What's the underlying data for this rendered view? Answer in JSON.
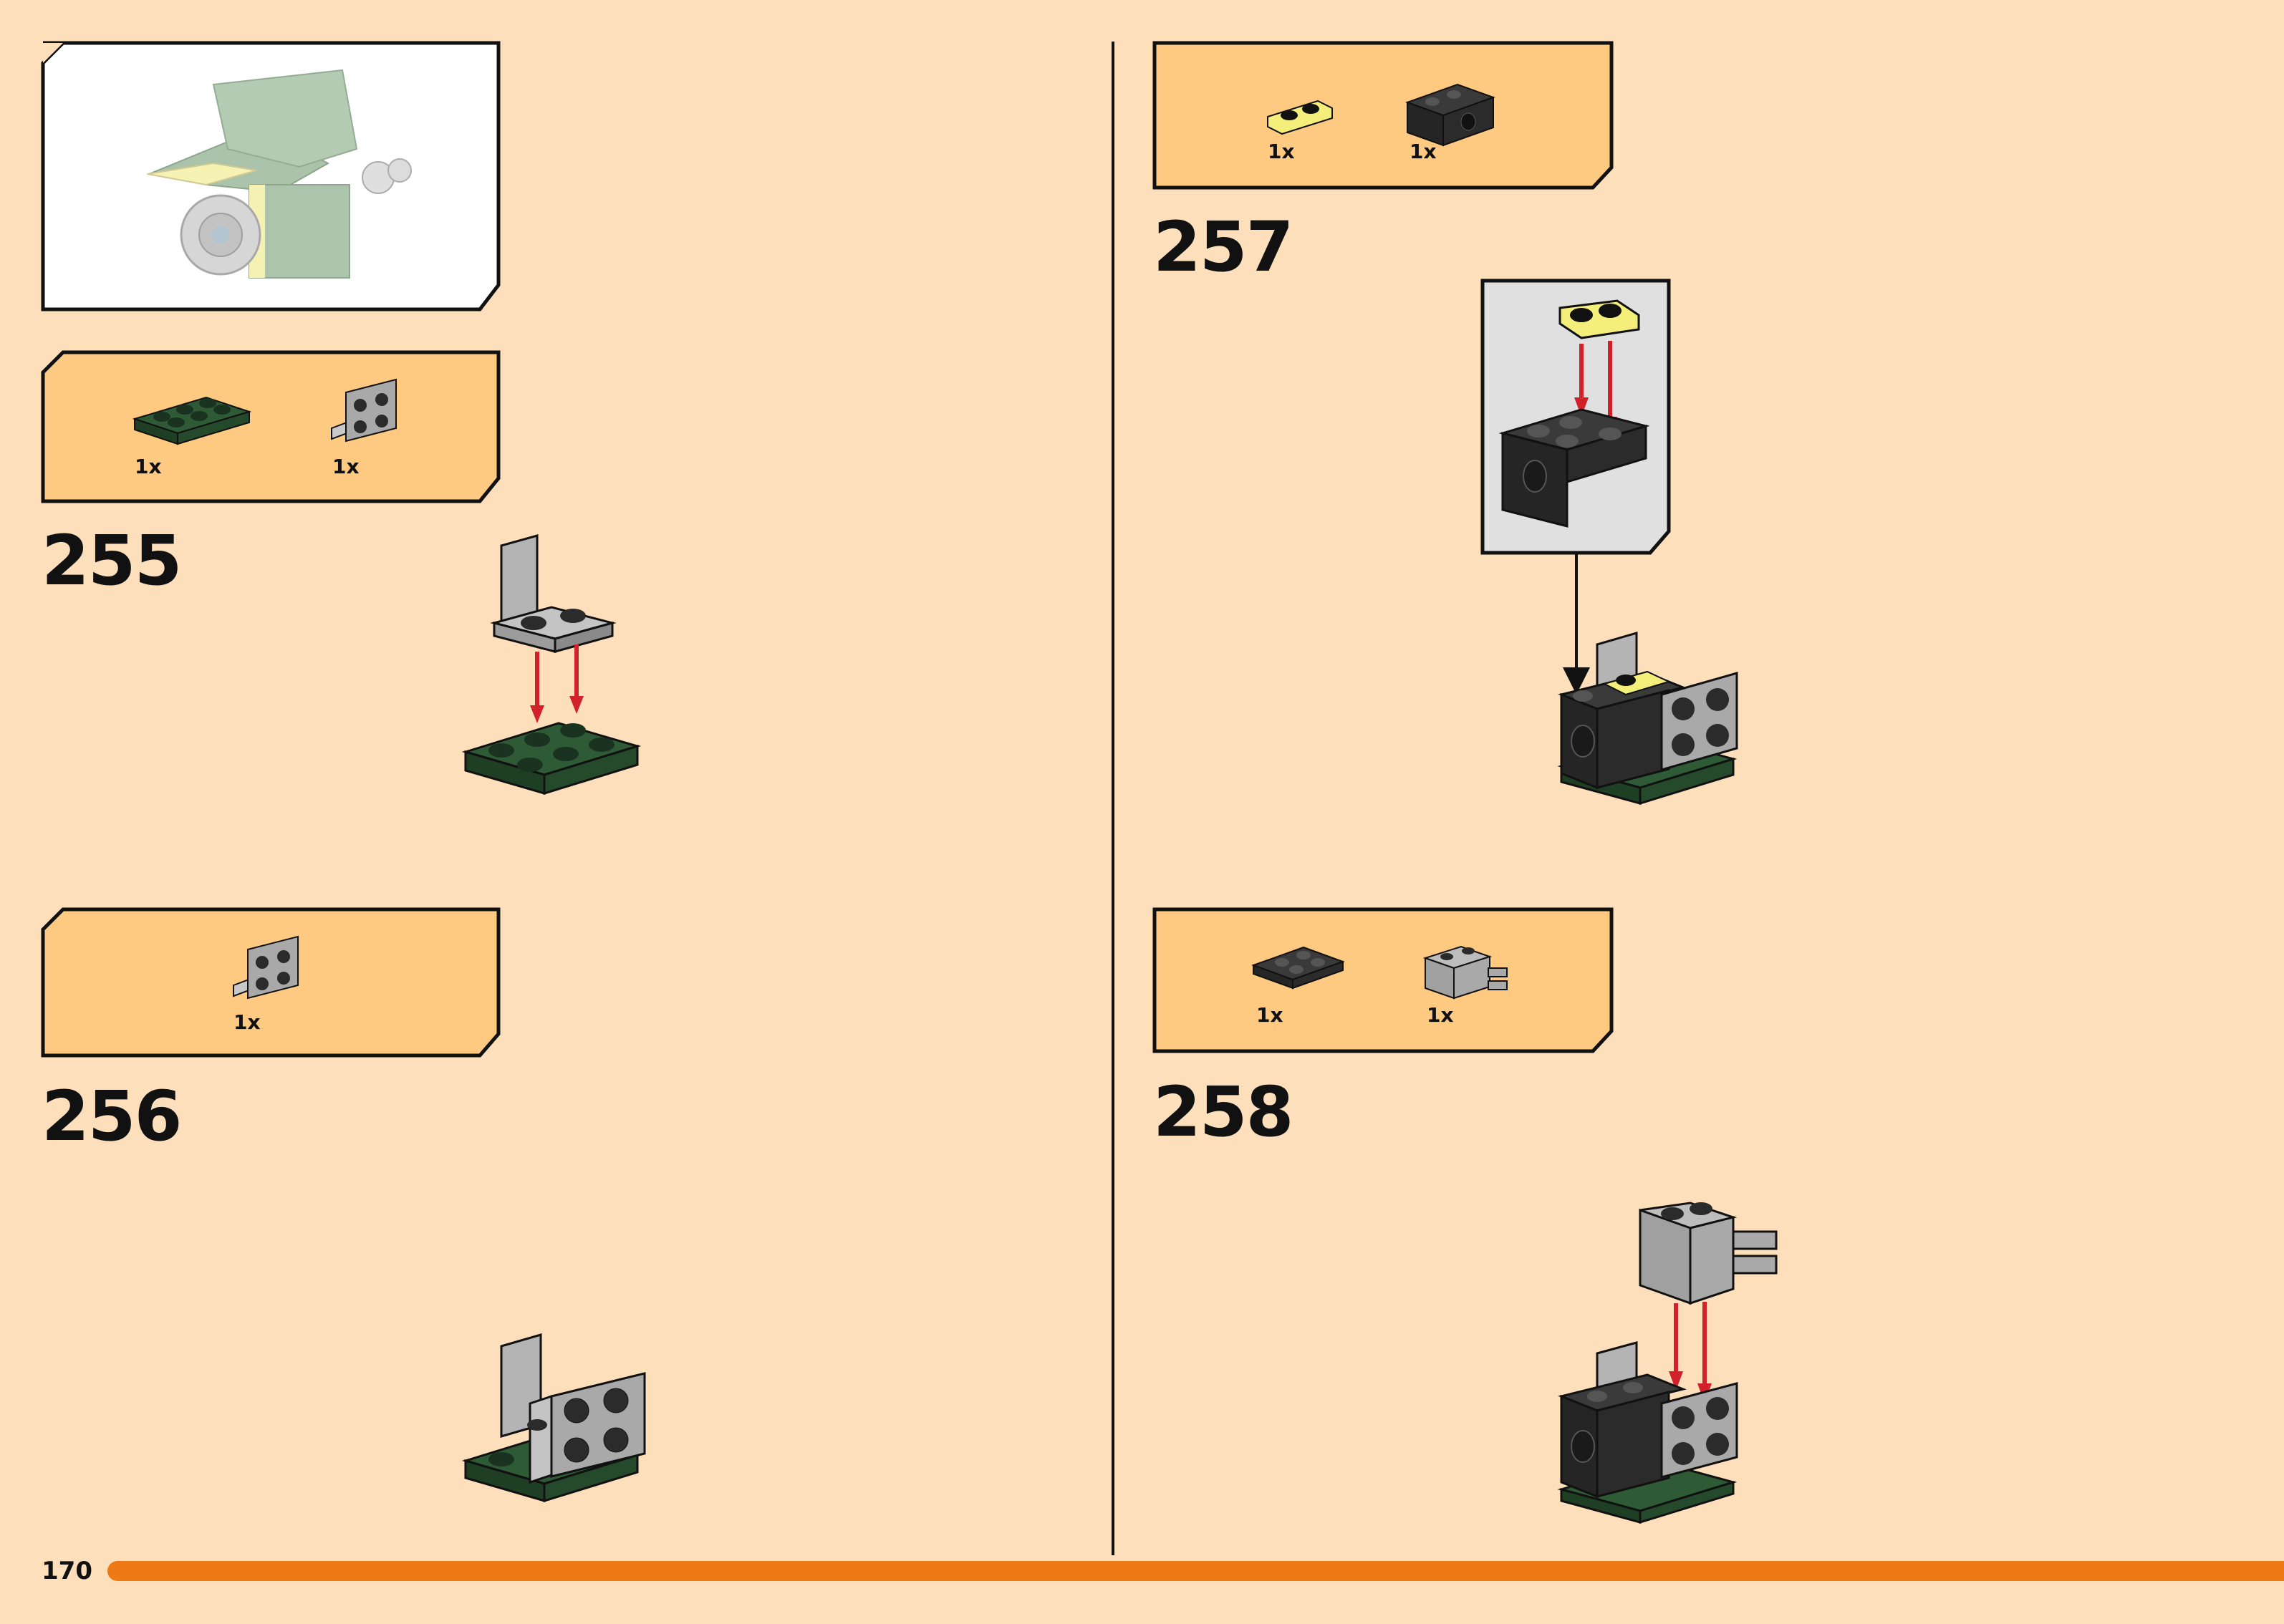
{
  "page": {
    "number": "170"
  },
  "steps": [
    {
      "number": "255",
      "parts": [
        {
          "part": "dark-green-plate-2x3",
          "qty": "1x"
        },
        {
          "part": "gray-bracket-2x2",
          "qty": "1x"
        }
      ]
    },
    {
      "number": "256",
      "parts": [
        {
          "part": "gray-bracket-2x2",
          "qty": "1x"
        }
      ]
    },
    {
      "number": "257",
      "parts": [
        {
          "part": "yellow-plate-1x2-rounded",
          "qty": "1x"
        },
        {
          "part": "black-technic-brick-2x2",
          "qty": "1x"
        }
      ]
    },
    {
      "number": "258",
      "parts": [
        {
          "part": "black-plate-2x2",
          "qty": "1x"
        },
        {
          "part": "gray-brick-with-pins",
          "qty": "1x"
        }
      ]
    }
  ],
  "colors": {
    "page_background": "#FDDFBB",
    "parts_box": "#FEC981",
    "progress_bar": "#EE7A16",
    "arrow_red": "#D1212A",
    "brick_green": "#2E5A35",
    "brick_gray": "#A9A9A9",
    "brick_black": "#2B2B2B",
    "brick_yellow": "#F4EE7A"
  }
}
